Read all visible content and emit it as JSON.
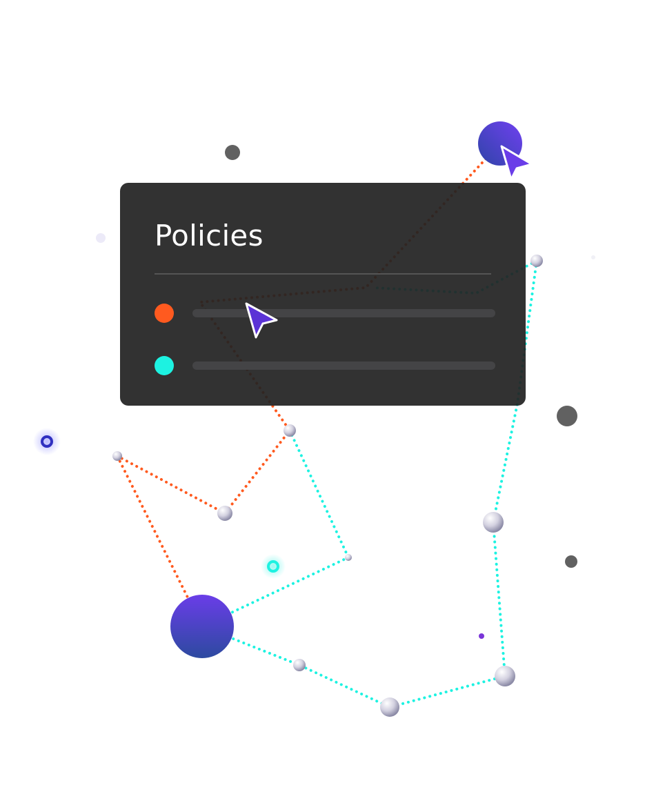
{
  "card": {
    "title": "Policies",
    "rows": [
      {
        "color": "#ff5a1f",
        "icon": "orange-status-dot"
      },
      {
        "color": "#1df2e1",
        "icon": "cyan-status-dot"
      }
    ]
  },
  "colors": {
    "accent_purple": "#6a3de8",
    "orange_line": "#ff5a1f",
    "cyan_line": "#1df2e1",
    "card_background": "#222222"
  },
  "icons": [
    "cursor-arrow-icon"
  ]
}
